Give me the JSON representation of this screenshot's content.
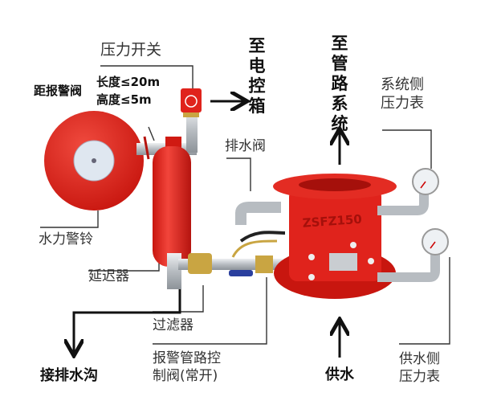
{
  "labels": {
    "pressure_switch": "压力开关",
    "to_control_box": "至电控箱",
    "to_pipe_system": "至管路系统",
    "system_gauge_1": "系统侧",
    "system_gauge_2": "压力表",
    "distance_title": "距报警阀",
    "length_limit": "长度≤20m",
    "height_limit": "高度≤5m",
    "drain_valve": "排水阀",
    "water_bell": "水力警铃",
    "delay_chamber": "延迟器",
    "filter": "过滤器",
    "control_valve_1": "报警管路控",
    "control_valve_2": "制阀(常开)",
    "to_drain": "接排水沟",
    "water_supply": "供水",
    "supply_gauge_1": "供水侧",
    "supply_gauge_2": "压力表"
  },
  "valve_marking": "ZSFZ150",
  "colors": {
    "red": "#e0231c",
    "dark_red": "#b5140f",
    "steel": "#c9cdd1",
    "brass": "#c9a542",
    "line": "#333333"
  }
}
